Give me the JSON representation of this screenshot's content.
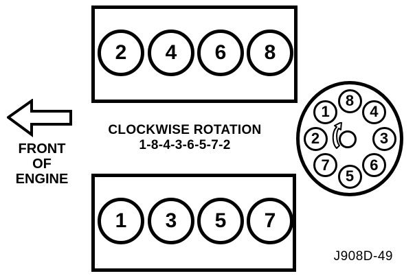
{
  "figure": {
    "background_color": "#ffffff",
    "ink_color": "#000000",
    "code_label": "J908D-49"
  },
  "rotation": {
    "title": "CLOCKWISE ROTATION",
    "firing_order": "1-8-4-3-6-5-7-2"
  },
  "front_arrow": {
    "direction": "left",
    "label_lines": [
      "FRONT",
      "OF",
      "ENGINE"
    ]
  },
  "cylinder_banks": {
    "top": [
      "2",
      "4",
      "6",
      "8"
    ],
    "bottom": [
      "1",
      "3",
      "5",
      "7"
    ]
  },
  "distributor": {
    "rotation_direction": "clockwise",
    "terminals_clockwise_from_top": [
      "8",
      "4",
      "3",
      "6",
      "5",
      "7",
      "2",
      "1"
    ]
  }
}
